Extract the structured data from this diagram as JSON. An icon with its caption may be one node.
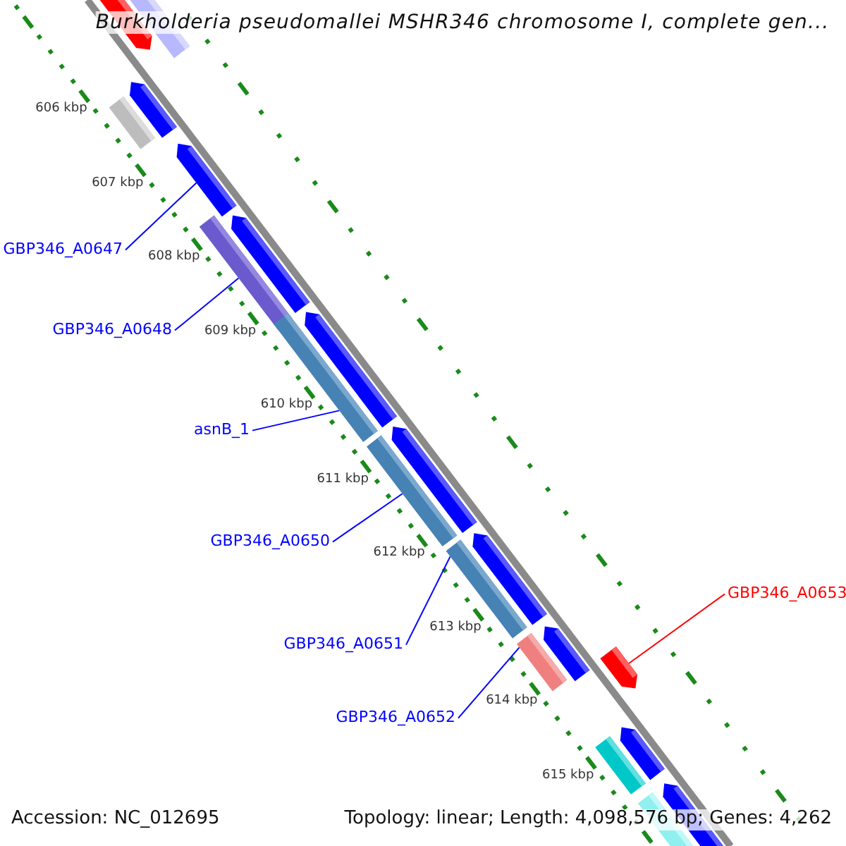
{
  "diagram": {
    "title": "Burkholderia pseudomallei MSHR346 chromosome I, complete gen...",
    "nodes": [
      {
        "text": [
          "GBP346_A0647"
        ]
      },
      {
        "text": [
          "GBP346_A0648"
        ]
      },
      {
        "text": [
          "asnB_1"
        ]
      },
      {
        "text": [
          "GBP346_A0650"
        ]
      },
      {
        "text": [
          "GBP346_A0653"
        ]
      },
      {
        "text": [
          "GBP346_A0651"
        ]
      },
      {
        "text": [
          "GBP346_A0652"
        ]
      },
      {
        "text": [],
        "shape": "bar"
      },
      {
        "text": [],
        "shape": "bar"
      },
      {
        "text": [],
        "shape": "bar"
      },
      {
        "text": [],
        "shape": "bar"
      },
      {
        "text": [],
        "shape": "bar"
      },
      {
        "text": [],
        "shape": "bar"
      },
      {
        "text": [],
        "shape": "bar"
      }
    ],
    "edges": [
      {
        "from": 0,
        "to": 7,
        "arrow": "none"
      },
      {
        "from": 1,
        "to": 8,
        "arrow": "none"
      },
      {
        "from": 2,
        "to": 9,
        "arrow": "none"
      },
      {
        "from": 3,
        "to": 10,
        "arrow": "none"
      },
      {
        "from": 4,
        "to": 13,
        "arrow": "none",
        "color": "#ff0000"
      },
      {
        "from": 5,
        "to": 11,
        "arrow": "none"
      },
      {
        "from": 6,
        "to": 12,
        "arrow": "none"
      }
    ],
    "labels": [
      "606 kbp",
      "607 kbp",
      "608 kbp",
      "609 kbp",
      "610 kbp",
      "611 kbp",
      "612 kbp",
      "613 kbp",
      "614 kbp",
      "615 kbp",
      "Accession: NC_012695",
      "Topology: linear; Length: 4,098,576 bp; Genes: 4,262"
    ]
  }
}
